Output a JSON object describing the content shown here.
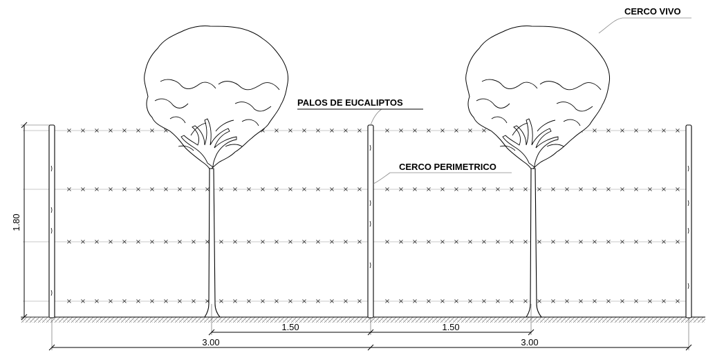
{
  "labels": {
    "living_fence": "CERCO VIVO",
    "eucalyptus_posts": "PALOS DE EUCALIPTOS",
    "perimeter_fence": "CERCO PERIMETRICO"
  },
  "dimensions": {
    "height": "1.80",
    "tree_offset_left": "1.50",
    "tree_offset_right": "1.50",
    "span_left": "3.00",
    "span_right": "3.00"
  },
  "colors": {
    "ink": "#000000",
    "wire": "#c8c8c8",
    "leader": "#888888"
  }
}
